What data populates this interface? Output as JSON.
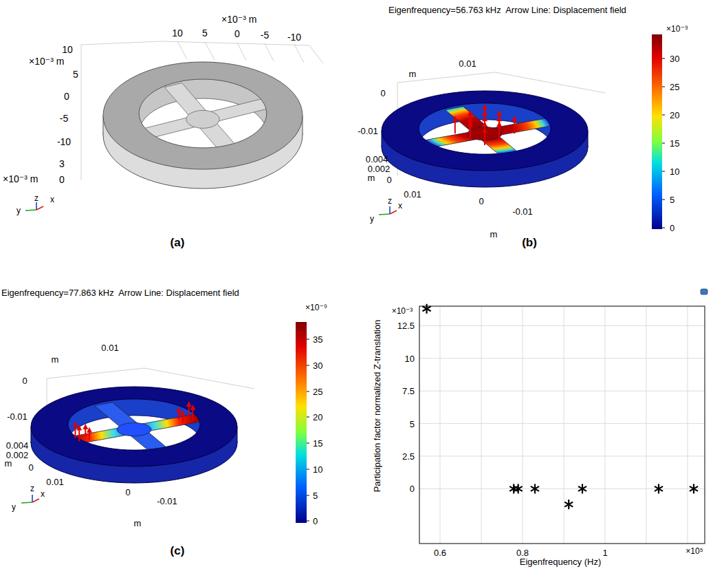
{
  "diagram": {
    "labels": [
      "×10⁻³ m",
      "10",
      "5",
      "0",
      "-5",
      "-10",
      "10",
      "×10⁻³ m",
      "5",
      "0",
      "-5",
      "-10",
      "3",
      "×10⁻³ m",
      "0",
      "z",
      "y",
      "x",
      "(a)",
      "Eigenfrequency=56.763 kHz  Arrow Line: Displacement field",
      "×10⁻⁹",
      "30",
      "25",
      "20",
      "15",
      "10",
      "5",
      "0",
      "0.01",
      "m",
      "0",
      "-0.01",
      "0.004",
      "0.002",
      "m",
      "0",
      "0.01",
      "0",
      "-0.01",
      "m",
      "z",
      "y",
      "x",
      "(b)",
      "Eigenfrequency=77.863 kHz  Arrow Line: Displacement field",
      "×10⁻⁹",
      "35",
      "30",
      "25",
      "20",
      "15",
      "10",
      "5",
      "0",
      "0.01",
      "m",
      "0",
      "-0.01",
      "0.004",
      "0.002",
      "m",
      "0",
      "0.01",
      "0",
      "-0.01",
      "m",
      "z",
      "y",
      "x",
      "(c)",
      "Participation factor normalized Z-translation",
      "×10⁻³",
      "12.5",
      "10",
      "7.5",
      "5",
      "2.5",
      "0",
      "0.6",
      "0.8",
      "1",
      "×10⁵",
      "Eigenfrequency (Hz)"
    ]
  }
}
